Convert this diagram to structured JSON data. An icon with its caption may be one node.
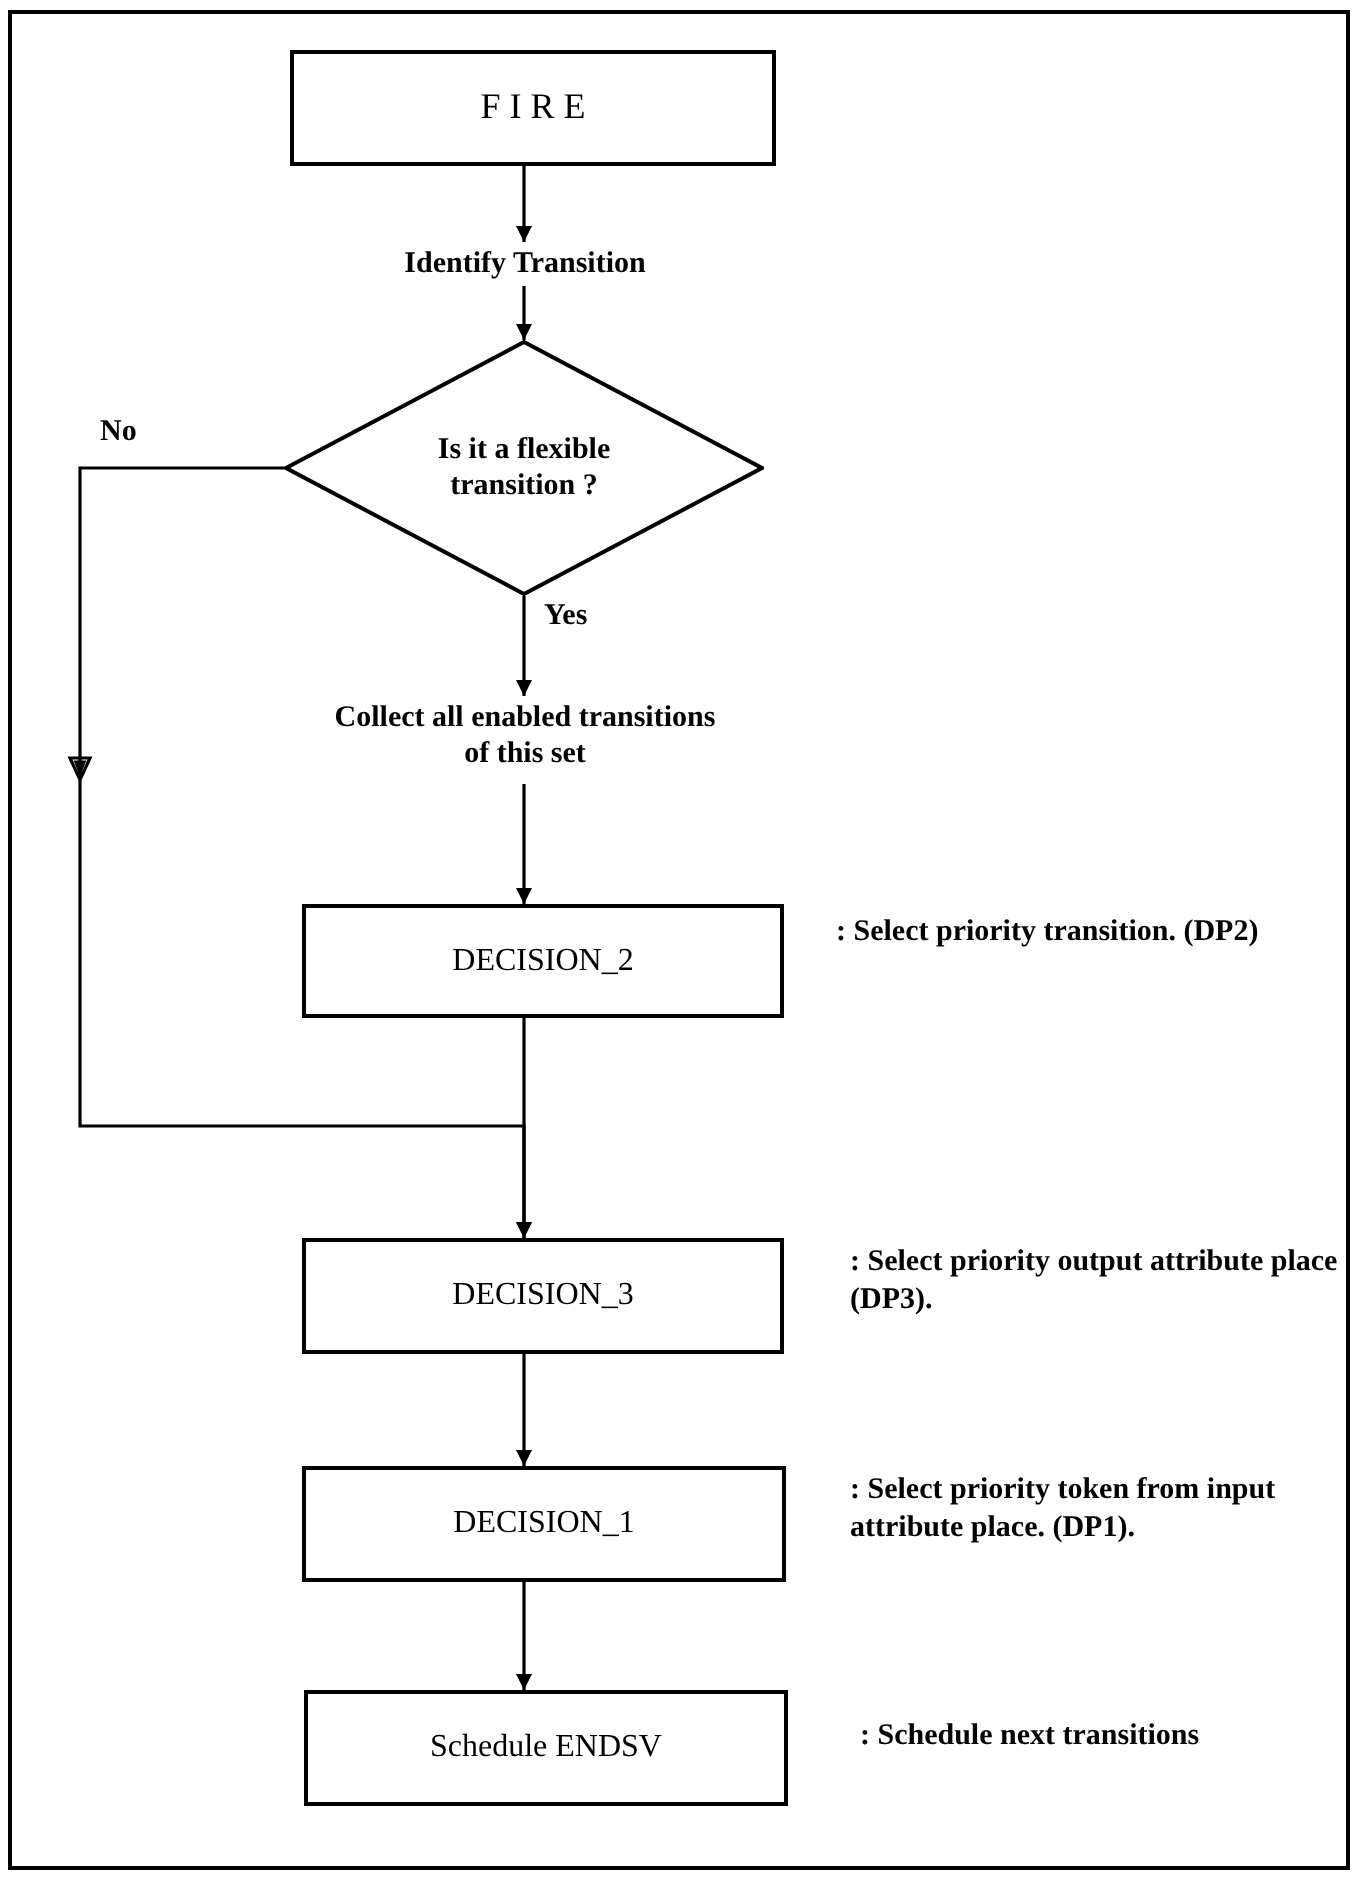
{
  "diagram": {
    "nodes": [
      {
        "text": [
          "F I R E"
        ]
      },
      {
        "text": [
          "Identify Transition"
        ]
      },
      {
        "text": [
          "Is it a flexible transition ?"
        ]
      },
      {
        "text": [
          "Collect all enabled transitions of this set"
        ]
      },
      {
        "text": [
          "DECISION_2"
        ],
        "beside": [
          ": Select priority transition. (DP2)"
        ]
      },
      {
        "text": [
          "DECISION_3"
        ],
        "beside": [
          ": Select priority output attribute place (DP3)."
        ]
      },
      {
        "text": [
          "DECISION_1"
        ],
        "beside": [
          ": Select priority token from input attribute place. (DP1)."
        ]
      },
      {
        "text": [
          "Schedule ENDSV"
        ],
        "beside": [
          ": Schedule next transitions"
        ]
      }
    ],
    "edges": [
      {
        "from": 0,
        "to": 1,
        "arrow": "to"
      },
      {
        "from": 1,
        "to": 2,
        "arrow": "to"
      },
      {
        "from": 2,
        "to": 3,
        "arrow": "to",
        "label": "Yes"
      },
      {
        "from": 3,
        "to": 4,
        "arrow": "to"
      },
      {
        "from": 2,
        "to": 5,
        "arrow": "to",
        "label": "No"
      },
      {
        "from": 4,
        "to": 5,
        "arrow": "to"
      },
      {
        "from": 5,
        "to": 6,
        "arrow": "to"
      },
      {
        "from": 6,
        "to": 7,
        "arrow": "to"
      }
    ]
  }
}
